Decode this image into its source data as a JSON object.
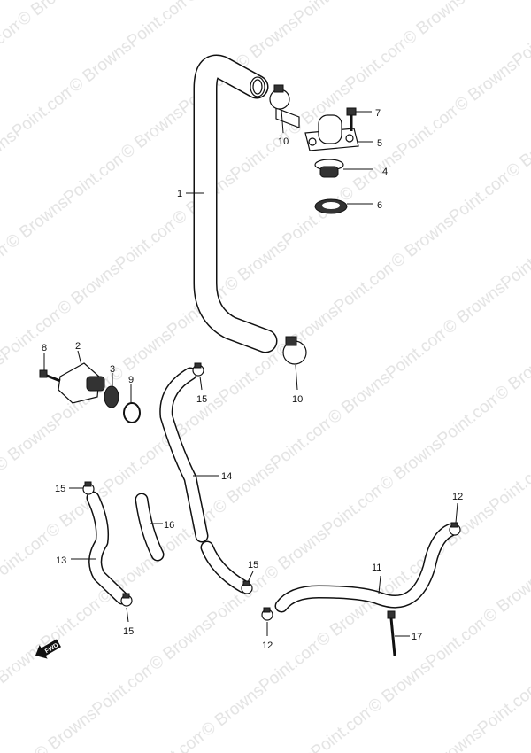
{
  "watermark": "© BrownsPoint.com",
  "fwd_label": "FWD",
  "labels": {
    "p1": "1",
    "p2": "2",
    "p3": "3",
    "p4": "4",
    "p5": "5",
    "p6": "6",
    "p7": "7",
    "p8": "8",
    "p9": "9",
    "p10a": "10",
    "p10b": "10",
    "p11": "11",
    "p12a": "12",
    "p12b": "12",
    "p13": "13",
    "p14": "14",
    "p15a": "15",
    "p15b": "15",
    "p15c": "15",
    "p15d": "15",
    "p16": "16",
    "p17": "17"
  }
}
